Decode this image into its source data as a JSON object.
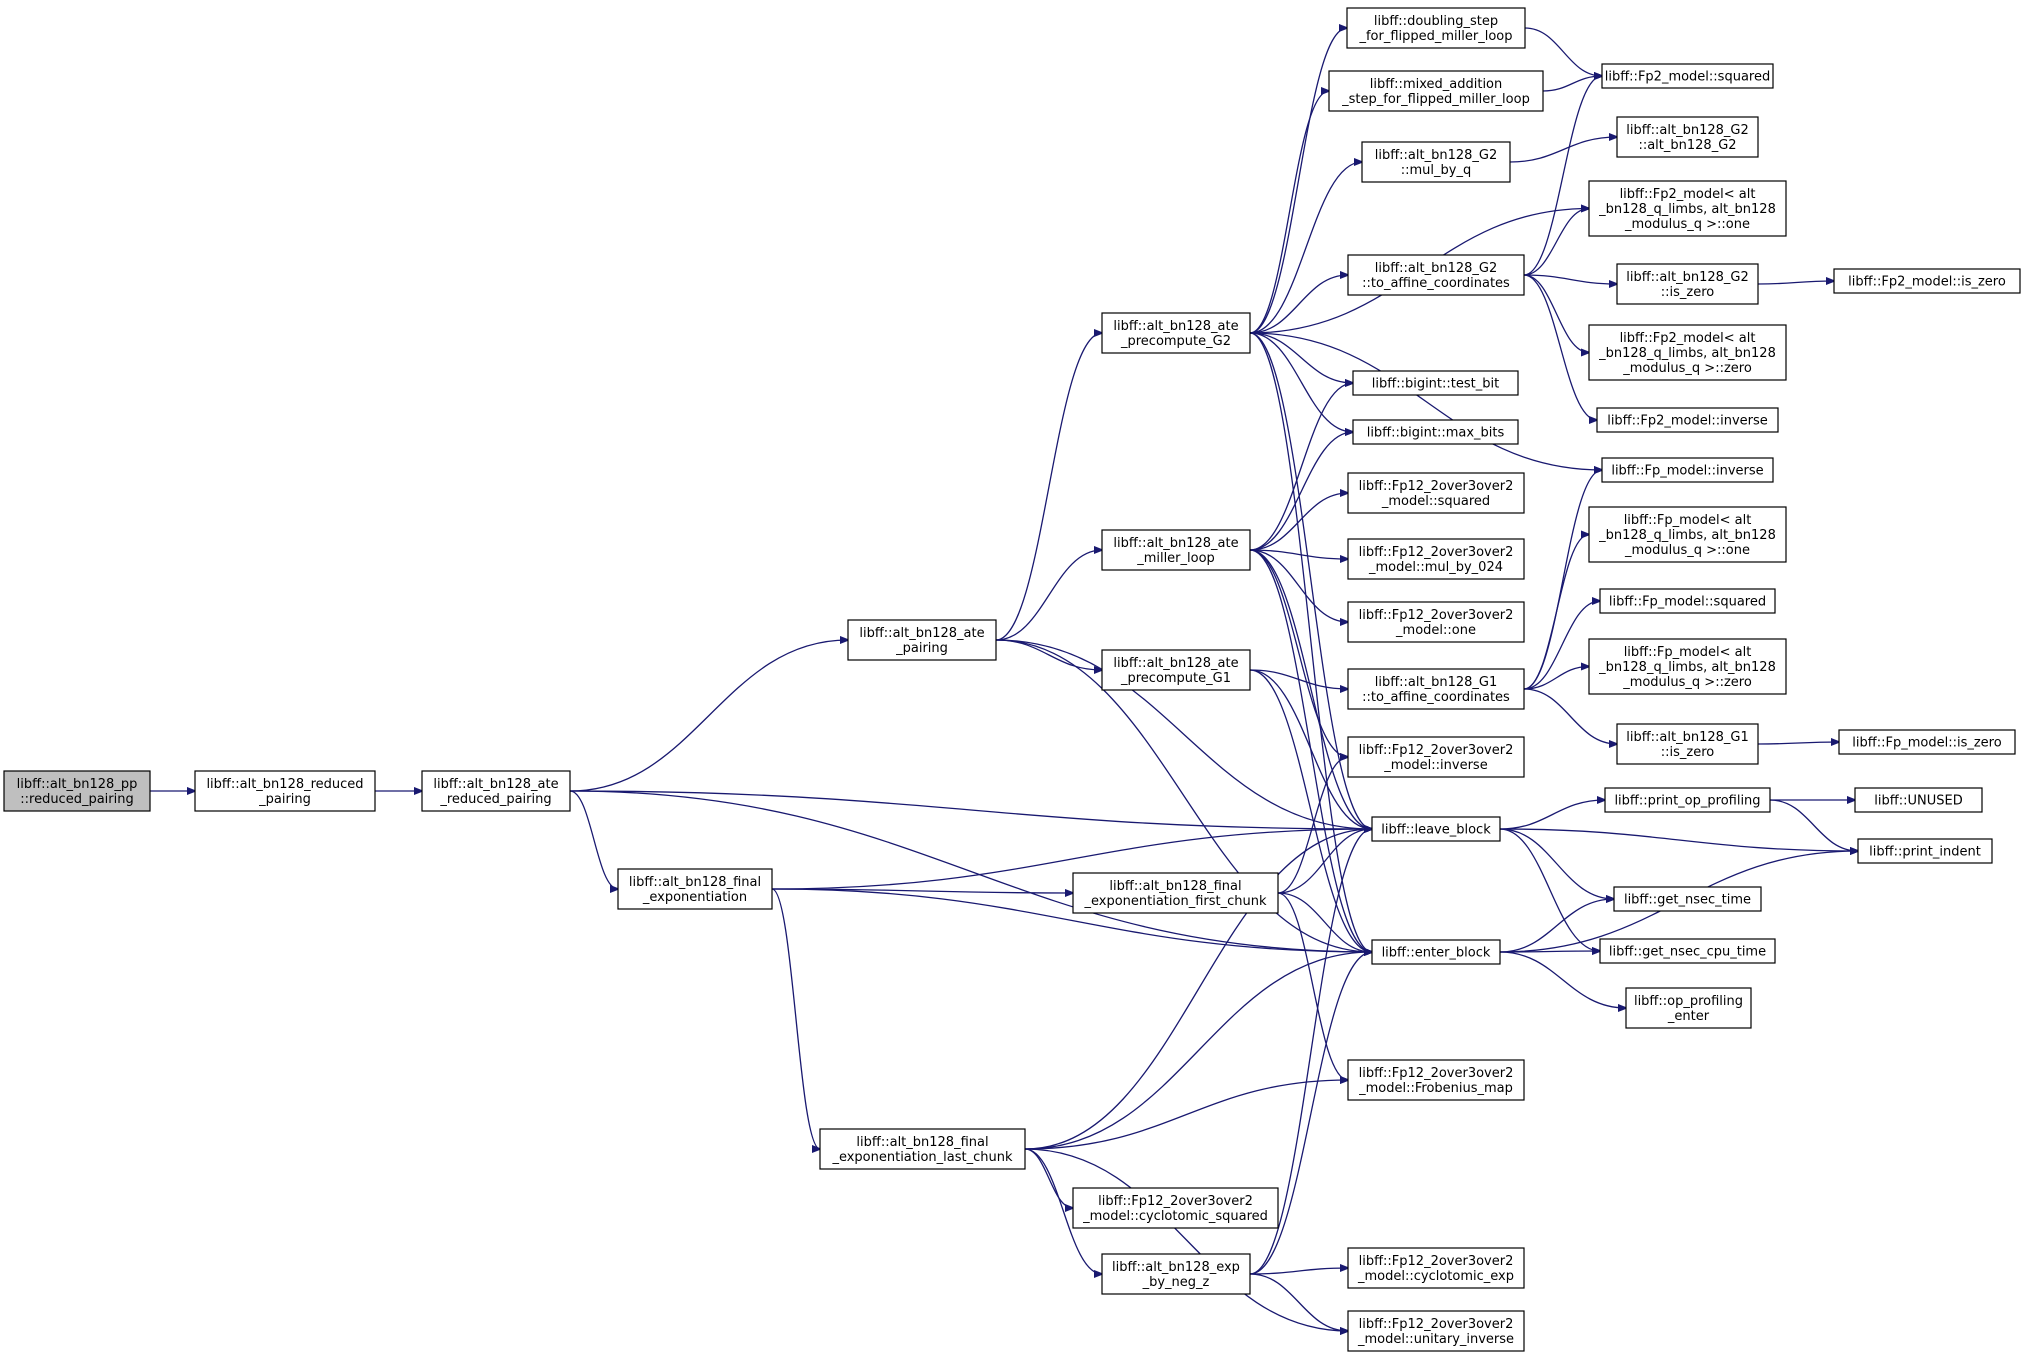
{
  "colors": {
    "edge": "#191970",
    "node_fill": "#ffffff",
    "node_highlight_fill": "#bfbfbf",
    "node_border": "#000000"
  },
  "nodes": [
    {
      "id": "reduced_pairing_pp",
      "lines": [
        "libff::alt_bn128_pp",
        "::reduced_pairing"
      ],
      "highlight": true
    },
    {
      "id": "reduced_pairing",
      "lines": [
        "libff::alt_bn128_reduced",
        "_pairing"
      ]
    },
    {
      "id": "ate_reduced_pairing",
      "lines": [
        "libff::alt_bn128_ate",
        "_reduced_pairing"
      ]
    },
    {
      "id": "ate_pairing",
      "lines": [
        "libff::alt_bn128_ate",
        "_pairing"
      ]
    },
    {
      "id": "final_exp",
      "lines": [
        "libff::alt_bn128_final",
        "_exponentiation"
      ]
    },
    {
      "id": "final_exp_last",
      "lines": [
        "libff::alt_bn128_final",
        "_exponentiation_last_chunk"
      ]
    },
    {
      "id": "precompute_g2",
      "lines": [
        "libff::alt_bn128_ate",
        "_precompute_G2"
      ]
    },
    {
      "id": "miller_loop",
      "lines": [
        "libff::alt_bn128_ate",
        "_miller_loop"
      ]
    },
    {
      "id": "precompute_g1",
      "lines": [
        "libff::alt_bn128_ate",
        "_precompute_G1"
      ]
    },
    {
      "id": "final_exp_first",
      "lines": [
        "libff::alt_bn128_final",
        "_exponentiation_first_chunk"
      ]
    },
    {
      "id": "cyclotomic_squared",
      "lines": [
        "libff::Fp12_2over3over2",
        "_model::cyclotomic_squared"
      ]
    },
    {
      "id": "exp_by_neg_z",
      "lines": [
        "libff::alt_bn128_exp",
        "_by_neg_z"
      ]
    },
    {
      "id": "doubling_step",
      "lines": [
        "libff::doubling_step",
        "_for_flipped_miller_loop"
      ]
    },
    {
      "id": "mixed_addition",
      "lines": [
        "libff::mixed_addition",
        "_step_for_flipped_miller_loop"
      ]
    },
    {
      "id": "g2_mul_by_q",
      "lines": [
        "libff::alt_bn128_G2",
        "::mul_by_q"
      ]
    },
    {
      "id": "g2_to_affine",
      "lines": [
        "libff::alt_bn128_G2",
        "::to_affine_coordinates"
      ]
    },
    {
      "id": "bigint_test_bit",
      "lines": [
        "libff::bigint::test_bit"
      ]
    },
    {
      "id": "bigint_max_bits",
      "lines": [
        "libff::bigint::max_bits"
      ]
    },
    {
      "id": "fp12_squared",
      "lines": [
        "libff::Fp12_2over3over2",
        "_model::squared"
      ]
    },
    {
      "id": "fp12_mul_by_024",
      "lines": [
        "libff::Fp12_2over3over2",
        "_model::mul_by_024"
      ]
    },
    {
      "id": "fp12_one",
      "lines": [
        "libff::Fp12_2over3over2",
        "_model::one"
      ]
    },
    {
      "id": "g1_to_affine",
      "lines": [
        "libff::alt_bn128_G1",
        "::to_affine_coordinates"
      ]
    },
    {
      "id": "fp12_inverse",
      "lines": [
        "libff::Fp12_2over3over2",
        "_model::inverse"
      ]
    },
    {
      "id": "leave_block",
      "lines": [
        "libff::leave_block"
      ]
    },
    {
      "id": "enter_block",
      "lines": [
        "libff::enter_block"
      ]
    },
    {
      "id": "fp12_frobenius",
      "lines": [
        "libff::Fp12_2over3over2",
        "_model::Frobenius_map"
      ]
    },
    {
      "id": "fp12_cyclotomic_exp",
      "lines": [
        "libff::Fp12_2over3over2",
        "_model::cyclotomic_exp"
      ]
    },
    {
      "id": "fp12_unitary_inverse",
      "lines": [
        "libff::Fp12_2over3over2",
        "_model::unitary_inverse"
      ]
    },
    {
      "id": "fp2_squared",
      "lines": [
        "libff::Fp2_model::squared"
      ]
    },
    {
      "id": "g2_ctor",
      "lines": [
        "libff::alt_bn128_G2",
        "::alt_bn128_G2"
      ]
    },
    {
      "id": "fp2_one",
      "lines": [
        "libff::Fp2_model< alt",
        "_bn128_q_limbs, alt_bn128",
        "_modulus_q >::one"
      ]
    },
    {
      "id": "g2_is_zero",
      "lines": [
        "libff::alt_bn128_G2",
        "::is_zero"
      ]
    },
    {
      "id": "fp2_zero",
      "lines": [
        "libff::Fp2_model< alt",
        "_bn128_q_limbs, alt_bn128",
        "_modulus_q >::zero"
      ]
    },
    {
      "id": "fp2_inverse",
      "lines": [
        "libff::Fp2_model::inverse"
      ]
    },
    {
      "id": "fp_inverse",
      "lines": [
        "libff::Fp_model::inverse"
      ]
    },
    {
      "id": "fp_one",
      "lines": [
        "libff::Fp_model< alt",
        "_bn128_q_limbs, alt_bn128",
        "_modulus_q >::one"
      ]
    },
    {
      "id": "fp_squared",
      "lines": [
        "libff::Fp_model::squared"
      ]
    },
    {
      "id": "fp_zero",
      "lines": [
        "libff::Fp_model< alt",
        "_bn128_q_limbs, alt_bn128",
        "_modulus_q >::zero"
      ]
    },
    {
      "id": "g1_is_zero",
      "lines": [
        "libff::alt_bn128_G1",
        "::is_zero"
      ]
    },
    {
      "id": "print_op_profiling",
      "lines": [
        "libff::print_op_profiling"
      ]
    },
    {
      "id": "get_nsec_time",
      "lines": [
        "libff::get_nsec_time"
      ]
    },
    {
      "id": "get_nsec_cpu_time",
      "lines": [
        "libff::get_nsec_cpu_time"
      ]
    },
    {
      "id": "op_profiling_enter",
      "lines": [
        "libff::op_profiling",
        "_enter"
      ]
    },
    {
      "id": "fp2_is_zero",
      "lines": [
        "libff::Fp2_model::is_zero"
      ]
    },
    {
      "id": "fp_is_zero",
      "lines": [
        "libff::Fp_model::is_zero"
      ]
    },
    {
      "id": "unused",
      "lines": [
        "libff::UNUSED"
      ]
    },
    {
      "id": "print_indent",
      "lines": [
        "libff::print_indent"
      ]
    }
  ],
  "edges": [
    [
      "reduced_pairing_pp",
      "reduced_pairing"
    ],
    [
      "reduced_pairing",
      "ate_reduced_pairing"
    ],
    [
      "ate_reduced_pairing",
      "ate_pairing"
    ],
    [
      "ate_reduced_pairing",
      "final_exp"
    ],
    [
      "ate_reduced_pairing",
      "leave_block"
    ],
    [
      "ate_reduced_pairing",
      "enter_block"
    ],
    [
      "ate_pairing",
      "precompute_g2"
    ],
    [
      "ate_pairing",
      "miller_loop"
    ],
    [
      "ate_pairing",
      "precompute_g1"
    ],
    [
      "ate_pairing",
      "leave_block"
    ],
    [
      "ate_pairing",
      "enter_block"
    ],
    [
      "final_exp",
      "final_exp_first"
    ],
    [
      "final_exp",
      "final_exp_last"
    ],
    [
      "final_exp",
      "leave_block"
    ],
    [
      "final_exp",
      "enter_block"
    ],
    [
      "precompute_g2",
      "doubling_step"
    ],
    [
      "precompute_g2",
      "mixed_addition"
    ],
    [
      "precompute_g2",
      "g2_mul_by_q"
    ],
    [
      "precompute_g2",
      "fp2_one"
    ],
    [
      "precompute_g2",
      "g2_to_affine"
    ],
    [
      "precompute_g2",
      "fp_inverse"
    ],
    [
      "precompute_g2",
      "bigint_test_bit"
    ],
    [
      "precompute_g2",
      "bigint_max_bits"
    ],
    [
      "precompute_g2",
      "leave_block"
    ],
    [
      "precompute_g2",
      "enter_block"
    ],
    [
      "miller_loop",
      "bigint_test_bit"
    ],
    [
      "miller_loop",
      "bigint_max_bits"
    ],
    [
      "miller_loop",
      "fp12_squared"
    ],
    [
      "miller_loop",
      "fp12_mul_by_024"
    ],
    [
      "miller_loop",
      "fp12_one"
    ],
    [
      "miller_loop",
      "fp12_inverse"
    ],
    [
      "miller_loop",
      "leave_block"
    ],
    [
      "miller_loop",
      "enter_block"
    ],
    [
      "precompute_g1",
      "g1_to_affine"
    ],
    [
      "precompute_g1",
      "leave_block"
    ],
    [
      "precompute_g1",
      "enter_block"
    ],
    [
      "final_exp_first",
      "fp12_inverse"
    ],
    [
      "final_exp_first",
      "fp12_frobenius"
    ],
    [
      "final_exp_first",
      "leave_block"
    ],
    [
      "final_exp_first",
      "enter_block"
    ],
    [
      "final_exp_last",
      "leave_block"
    ],
    [
      "final_exp_last",
      "enter_block"
    ],
    [
      "final_exp_last",
      "fp12_frobenius"
    ],
    [
      "final_exp_last",
      "cyclotomic_squared"
    ],
    [
      "final_exp_last",
      "exp_by_neg_z"
    ],
    [
      "final_exp_last",
      "fp12_unitary_inverse"
    ],
    [
      "exp_by_neg_z",
      "fp12_cyclotomic_exp"
    ],
    [
      "exp_by_neg_z",
      "fp12_unitary_inverse"
    ],
    [
      "exp_by_neg_z",
      "leave_block"
    ],
    [
      "exp_by_neg_z",
      "enter_block"
    ],
    [
      "doubling_step",
      "fp2_squared"
    ],
    [
      "mixed_addition",
      "fp2_squared"
    ],
    [
      "g2_mul_by_q",
      "g2_ctor"
    ],
    [
      "g2_to_affine",
      "fp2_squared"
    ],
    [
      "g2_to_affine",
      "fp2_one"
    ],
    [
      "g2_to_affine",
      "g2_is_zero"
    ],
    [
      "g2_to_affine",
      "fp2_zero"
    ],
    [
      "g2_to_affine",
      "fp2_inverse"
    ],
    [
      "g2_is_zero",
      "fp2_is_zero"
    ],
    [
      "g1_to_affine",
      "fp_inverse"
    ],
    [
      "g1_to_affine",
      "fp_one"
    ],
    [
      "g1_to_affine",
      "fp_squared"
    ],
    [
      "g1_to_affine",
      "fp_zero"
    ],
    [
      "g1_to_affine",
      "g1_is_zero"
    ],
    [
      "g1_is_zero",
      "fp_is_zero"
    ],
    [
      "leave_block",
      "print_op_profiling"
    ],
    [
      "leave_block",
      "print_indent"
    ],
    [
      "leave_block",
      "get_nsec_time"
    ],
    [
      "leave_block",
      "get_nsec_cpu_time"
    ],
    [
      "enter_block",
      "get_nsec_time"
    ],
    [
      "enter_block",
      "get_nsec_cpu_time"
    ],
    [
      "enter_block",
      "op_profiling_enter"
    ],
    [
      "enter_block",
      "print_indent"
    ],
    [
      "print_op_profiling",
      "unused"
    ],
    [
      "print_op_profiling",
      "print_indent"
    ]
  ]
}
